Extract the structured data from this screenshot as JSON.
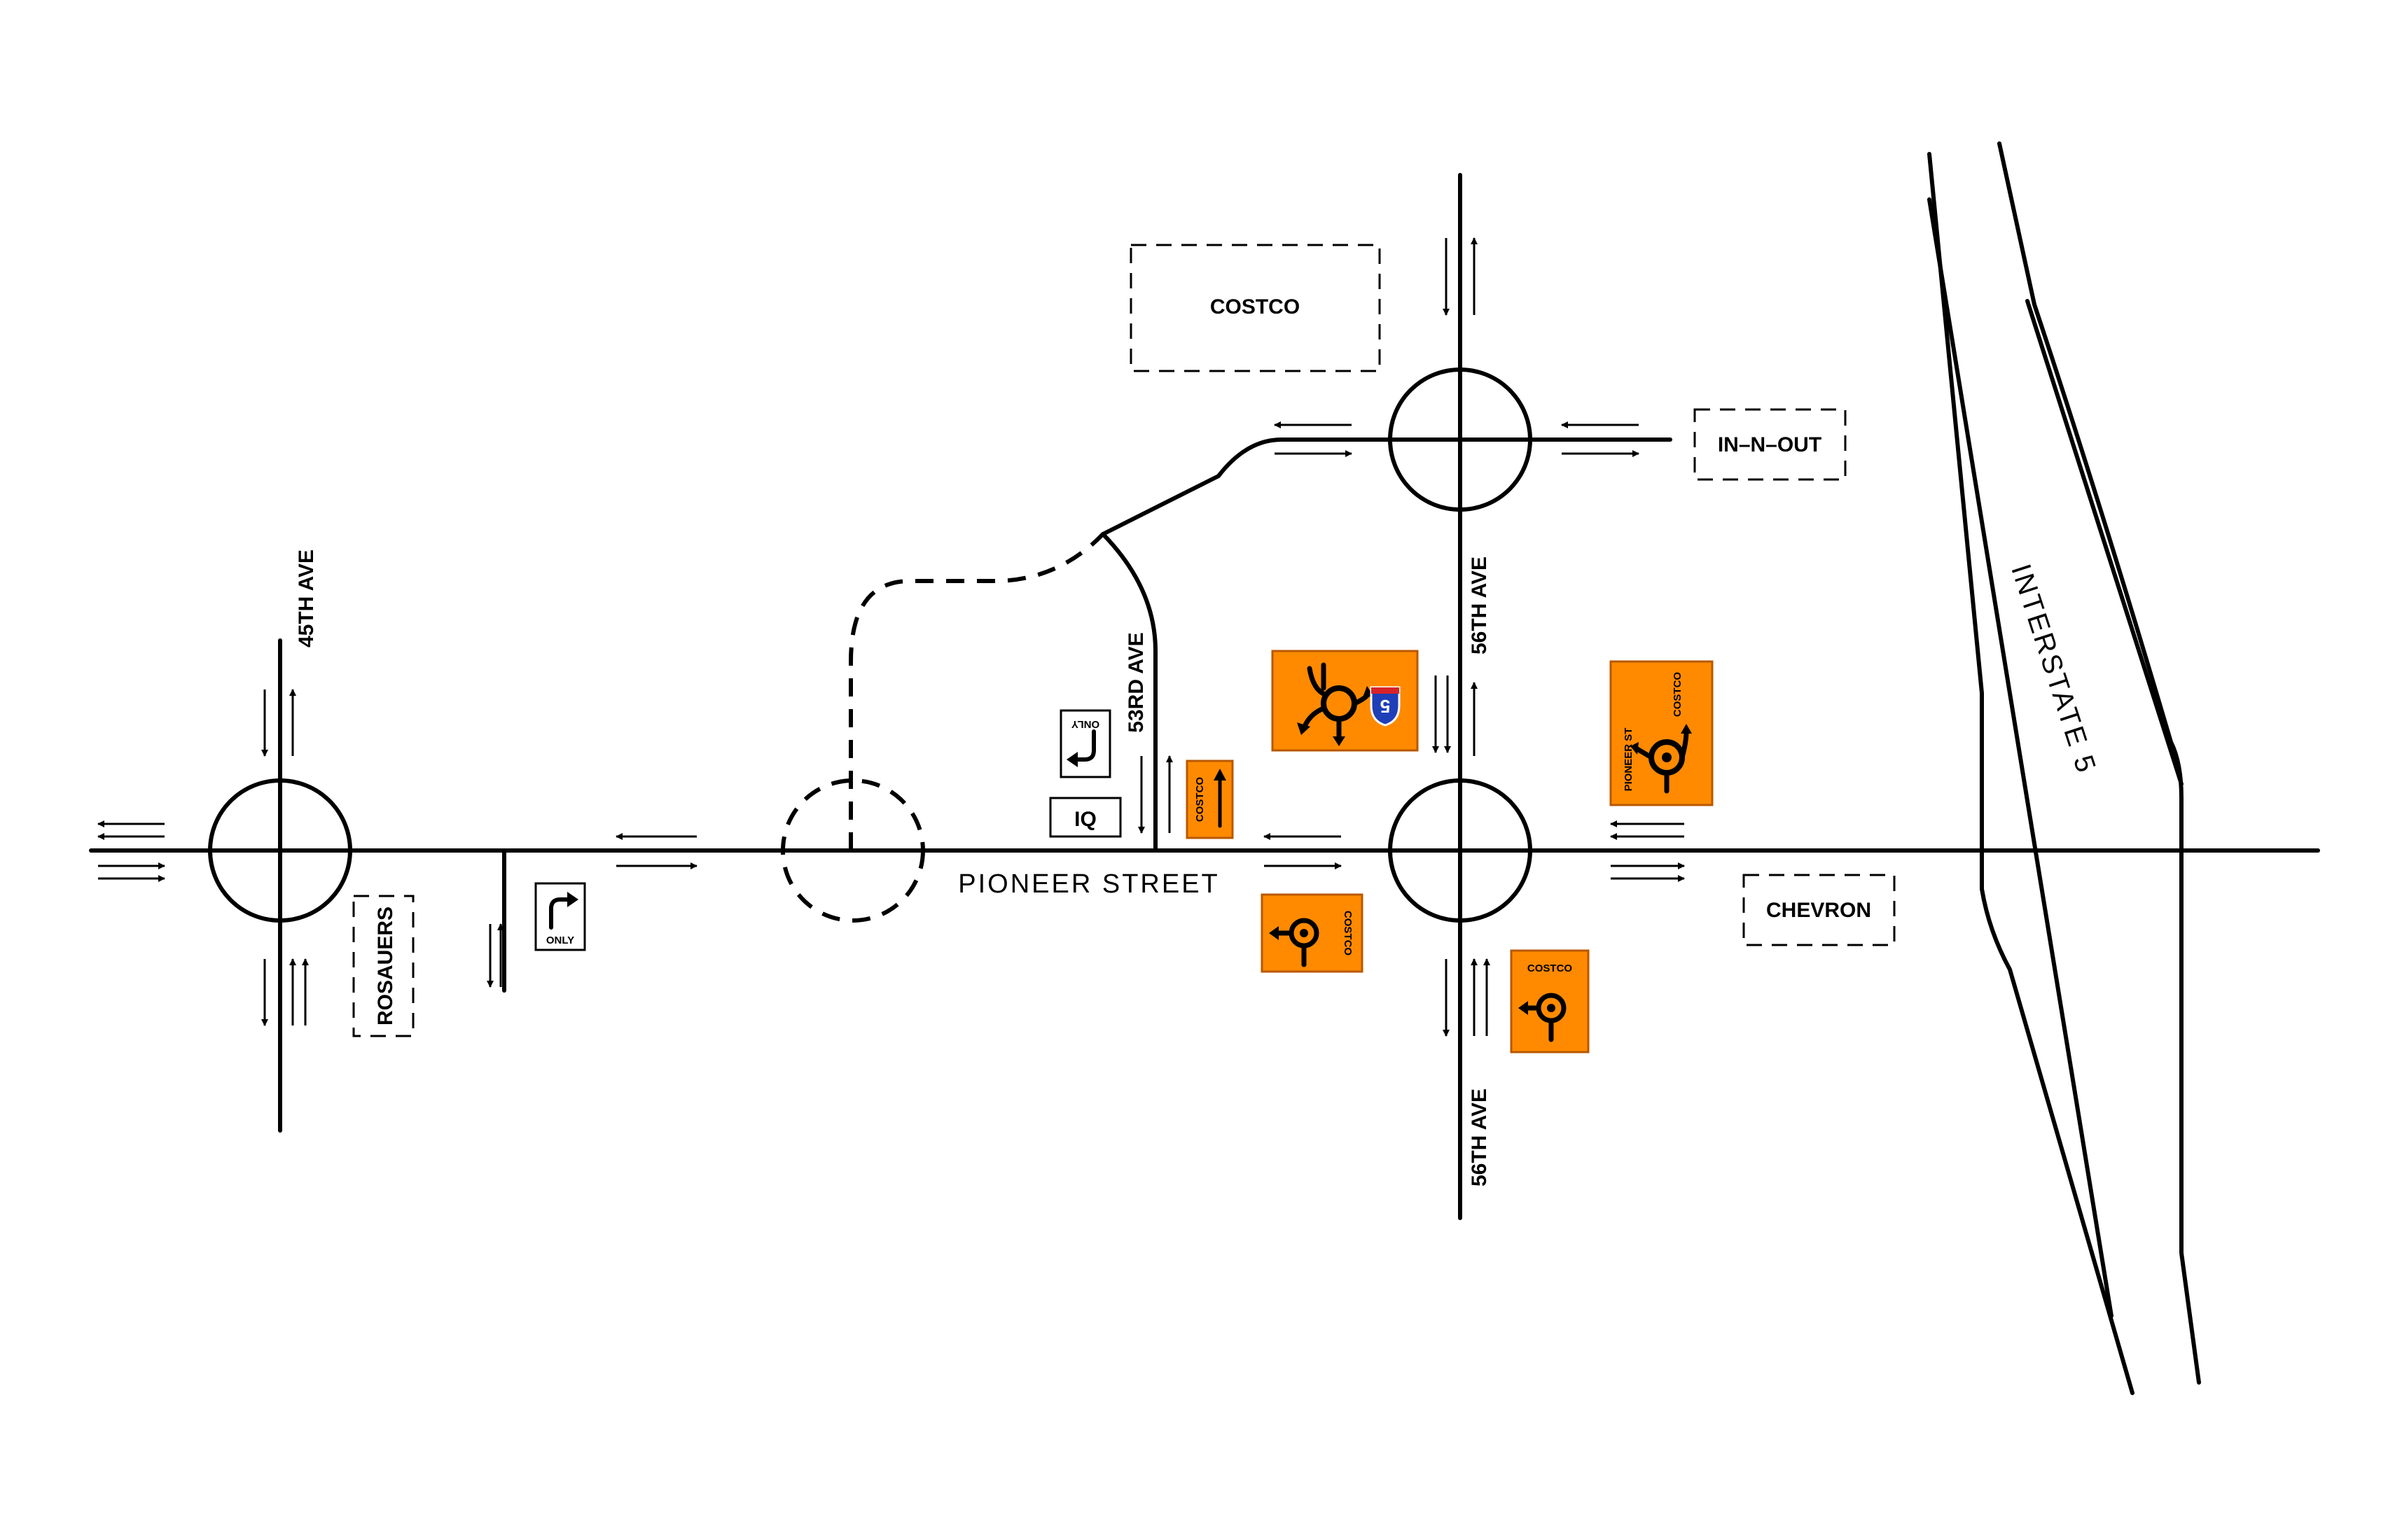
{
  "streets": {
    "pioneer": "PIONEER STREET",
    "ave45": "45TH AVE",
    "ave53": "53RD AVE",
    "ave56_north": "56TH AVE",
    "ave56_south": "56TH AVE",
    "interstate": "INTERSTATE 5"
  },
  "businesses": {
    "costco": "COSTCO",
    "in_n_out": "IN–N–OUT",
    "chevron": "CHEVRON",
    "rosauers": "ROSAUERS",
    "iq": "IQ"
  },
  "signs": {
    "only_right": "ONLY",
    "only_left": "ONLY",
    "costco_ahead": "COSTCO",
    "costco_roundabout_left": "COSTCO",
    "costco_roundabout_right": "COSTCO",
    "pioneer_st": "PIONEER ST",
    "costco_diag": "COSTCO",
    "shield_number": "5"
  },
  "colors": {
    "sign_orange": "#ff8a00",
    "shield_blue": "#1f3fb8",
    "shield_red": "#d8232a"
  }
}
